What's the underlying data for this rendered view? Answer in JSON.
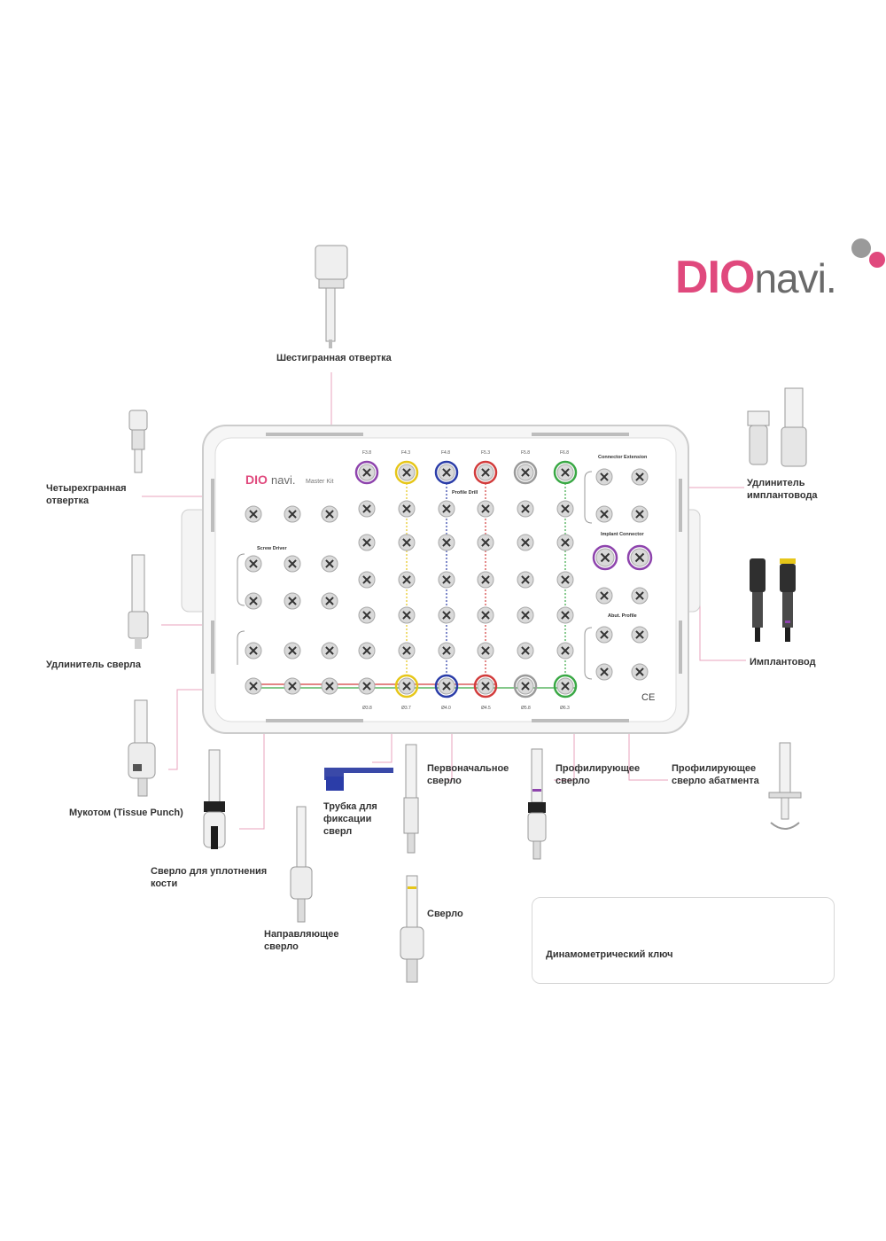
{
  "brand": {
    "prefix": "DIO",
    "suffix": "navi."
  },
  "tray": {
    "logo_prefix": "DIO",
    "logo_suffix": "navi.",
    "kit_name": "Master Kit",
    "sections": {
      "profile_drill": "Profile Drill",
      "screw_driver": "Screw Driver",
      "connector_extension": "Connector Extension",
      "implant_connector": "Implant Connector",
      "abut_profile": "Abut. Profile"
    },
    "top_codes": [
      "F3.8",
      "F4.3",
      "F4.8",
      "F5.3",
      "F5.8",
      "F6.8"
    ],
    "bottom_codes": [
      "Ø3.8",
      "Ø3.7",
      "Ø4.0",
      "Ø4.5",
      "Ø5.8",
      "Ø6.3"
    ],
    "ce_mark": "CE"
  },
  "labels": {
    "hex_driver": "Шестигранная отвертка",
    "square_driver": "Четырехгранная\nотвертка",
    "drill_extension": "Удлинитель сверла",
    "tissue_punch": "Мукотом (Tissue Punch)",
    "bone_condensing_drill": "Сверло для уплотнения\nкости",
    "guide_drill": "Направляющее\nсверло",
    "fixation_tube": "Трубка для\nфиксации\nсверл",
    "initial_drill": "Первоначальное\nсверло",
    "drill": "Сверло",
    "profile_drill": "Профилирующее\nсверло",
    "abutment_profile_drill": "Профилирующее\nсверло абатмента",
    "torque_wrench": "Динамометрический ключ",
    "implant_driver_extension": "Удлинитель\nимплантовода",
    "implant_driver": "Имплантовод"
  },
  "colors": {
    "brand_pink": "#e0497d",
    "leader": "#e9a3bd",
    "ring_purple": "#8e44ad",
    "ring_yellow": "#e6c619",
    "ring_blue": "#2b3da8",
    "ring_red": "#d23c3c",
    "ring_gray": "#9a9a9a",
    "ring_green": "#3aa845"
  }
}
